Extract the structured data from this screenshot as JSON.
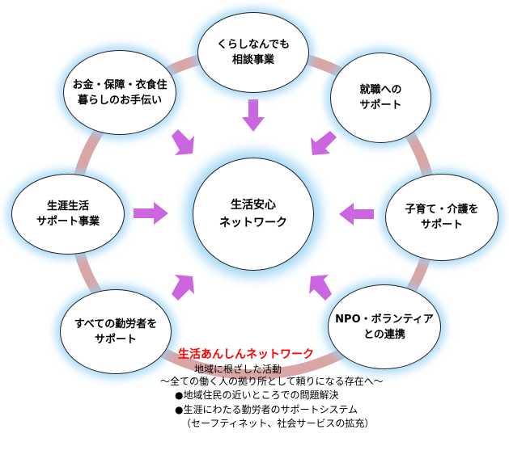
{
  "diagram": {
    "center": {
      "line1": "生活安心",
      "line2": "ネットワーク"
    },
    "nodes": {
      "top": {
        "line1": "くらしなんでも",
        "line2": "相談事業"
      },
      "top_left": {
        "line1": "お金・保障・衣食住",
        "line2": "暮らしのお手伝い"
      },
      "top_right": {
        "line1": "就職への",
        "line2": "サポート"
      },
      "left": {
        "line1": "生涯生活",
        "line2": "サポート事業"
      },
      "right": {
        "line1": "子育て・介護を",
        "line2": "サポート"
      },
      "bottom_left": {
        "line1": "すべての勤労者を",
        "line2": "サポート"
      },
      "bottom_right": {
        "line1": "NPO・ボランティア",
        "line2": "との連携"
      }
    },
    "caption": {
      "title": "生活あんしんネットワーク",
      "line1": "地域に根ざした活動",
      "line2": "～全ての働く人の拠り所として頼りになる存在へ～",
      "bullet1": "●地域住民の近いところでの問題解決",
      "bullet2": "●生涯にわたる勤労者のサポートシステム",
      "line3": "（セーフティネット、社会サービスの拡充）"
    },
    "colors": {
      "ring": "#d9a6a6",
      "arrow": "#cc66e0",
      "glow": "#96d2f5",
      "caption_title": "#ff0000"
    }
  }
}
